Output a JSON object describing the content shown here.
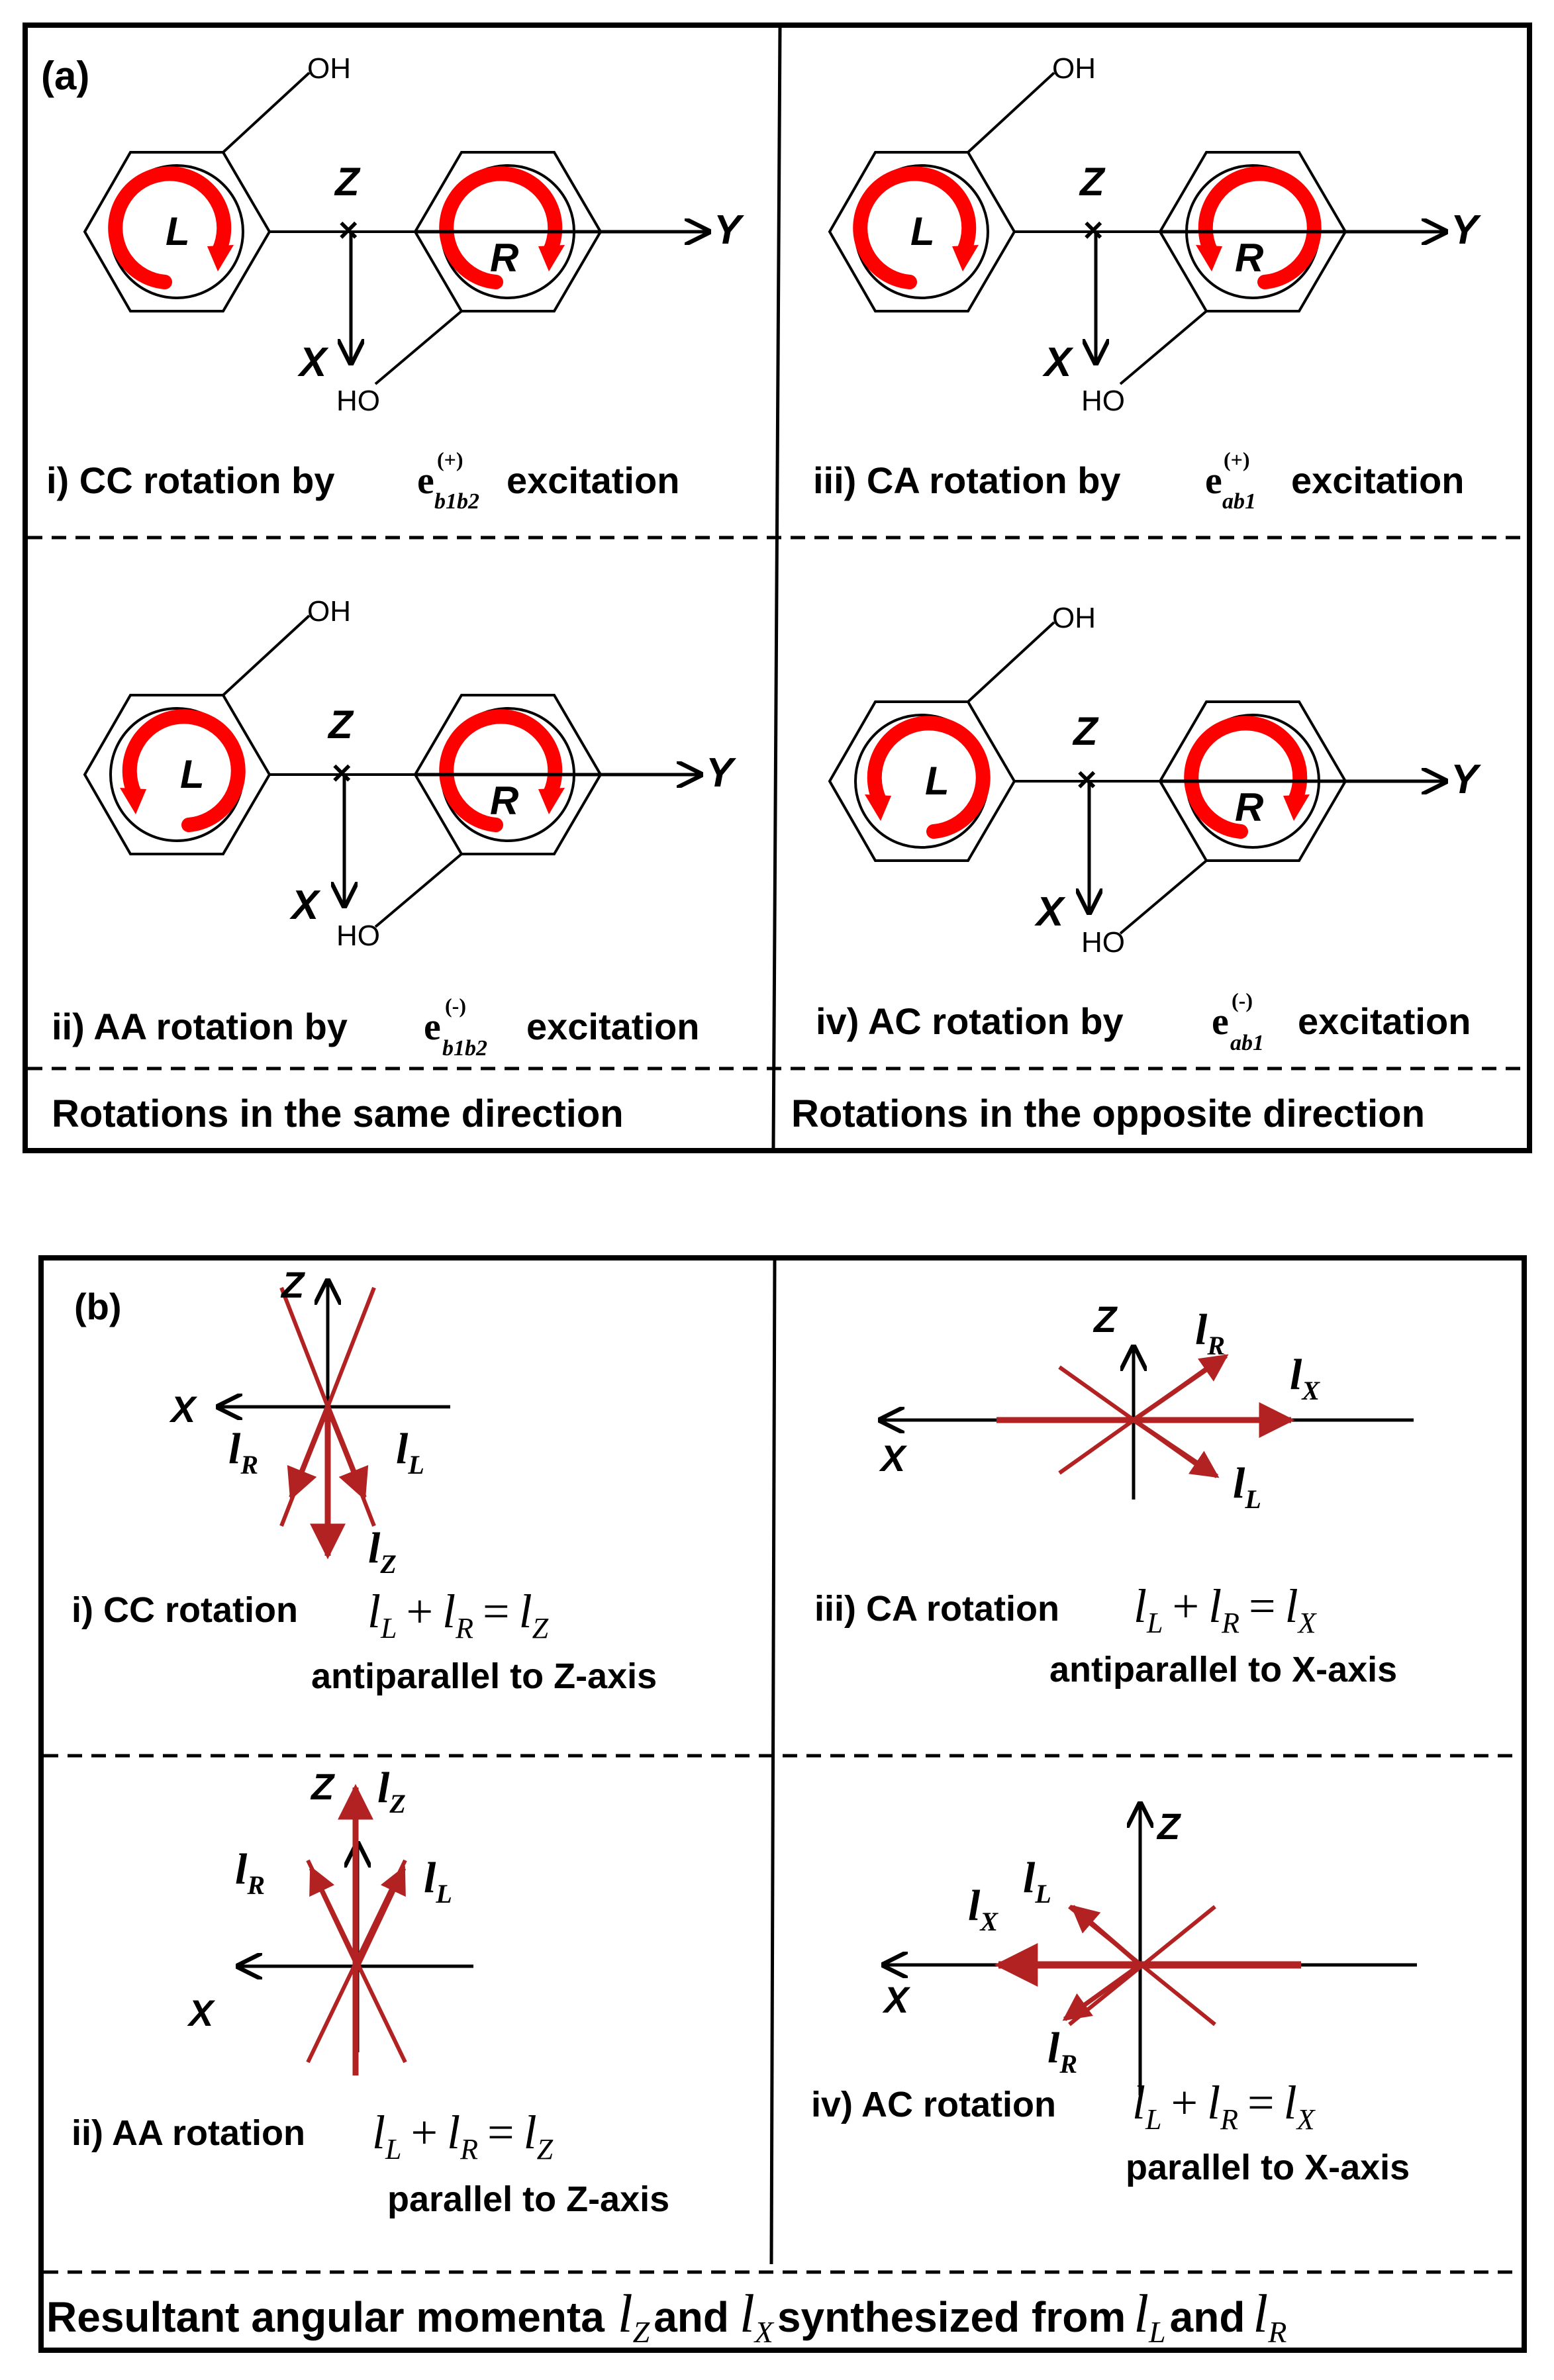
{
  "panel_a": {
    "label": "(a)",
    "oh": "OH",
    "ho": "HO",
    "axis_x": "X",
    "axis_y": "Y",
    "axis_z": "Z",
    "ring_l": "L",
    "ring_r": "R",
    "cells": [
      {
        "caption_pre": "i) CC rotation by",
        "e": "e",
        "e_sup": "(+)",
        "e_sub": "b1b2",
        "caption_post": "excitation"
      },
      {
        "caption_pre": "iii) CA rotation by",
        "e": "e",
        "e_sup": "(+)",
        "e_sub": "ab1",
        "caption_post": "excitation"
      },
      {
        "caption_pre": "ii) AA rotation by",
        "e": "e",
        "e_sup": "(-)",
        "e_sub": "b1b2",
        "caption_post": "excitation"
      },
      {
        "caption_pre": "iv) AC rotation by",
        "e": "e",
        "e_sup": "(-)",
        "e_sub": "ab1",
        "caption_post": "excitation"
      }
    ],
    "footer_left": "Rotations in the same direction",
    "footer_right": "Rotations in the opposite direction",
    "arrow_color": "#ff0000"
  },
  "panel_b": {
    "label": "(b)",
    "axis_x": "X",
    "axis_z": "Z",
    "l": "l",
    "sub_l": "L",
    "sub_r": "R",
    "sub_z": "Z",
    "sub_x": "X",
    "plus": "+",
    "equals": "=",
    "cells": [
      {
        "rotation": "i) CC rotation",
        "result_sub": "Z",
        "note": "antiparallel to Z-axis"
      },
      {
        "rotation": "iii) CA rotation",
        "result_sub": "X",
        "note": "antiparallel to X-axis"
      },
      {
        "rotation": "ii) AA rotation",
        "result_sub": "Z",
        "note": "parallel to Z-axis"
      },
      {
        "rotation": "iv) AC rotation",
        "result_sub": "X",
        "note": "parallel to X-axis"
      }
    ],
    "footer_pre": "Resultant angular momenta",
    "footer_and": "and",
    "footer_mid": "synthesized from",
    "vector_color": "#b22222"
  }
}
